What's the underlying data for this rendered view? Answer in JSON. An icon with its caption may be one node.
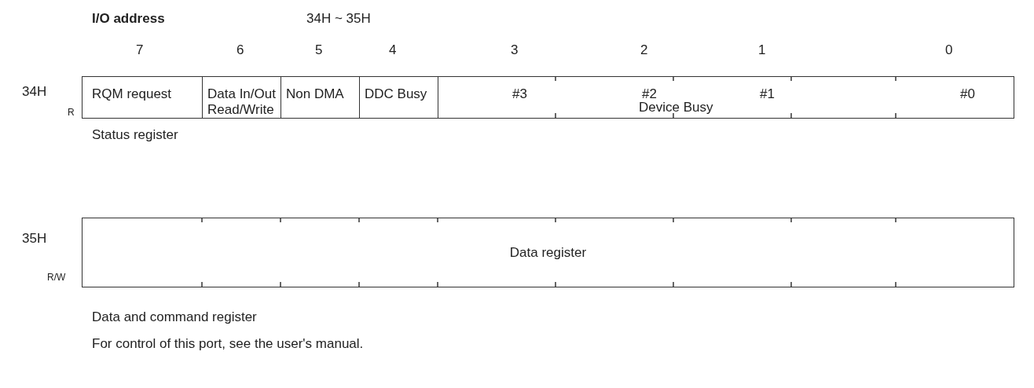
{
  "diagram": {
    "nodes": [
      {
        "text": [
          "RQM request"
        ]
      },
      {
        "text": [
          "Data In/Out Read/Write"
        ]
      },
      {
        "text": [
          "Non DMA"
        ]
      },
      {
        "text": [
          "DDC Busy"
        ]
      },
      {
        "text": [
          "#3",
          "#2",
          "#1",
          "#0",
          "Device Busy"
        ]
      },
      {
        "text": [
          "Data register"
        ]
      }
    ],
    "edges": [],
    "labels": [
      "I/O address",
      "34H ~ 35H",
      "7",
      "6",
      "5",
      "4",
      "3",
      "2",
      "1",
      "0",
      "34H",
      "R",
      "Status register",
      "35H",
      "R/W",
      "Data and command register",
      "For control of this port, see the user's manual."
    ]
  }
}
